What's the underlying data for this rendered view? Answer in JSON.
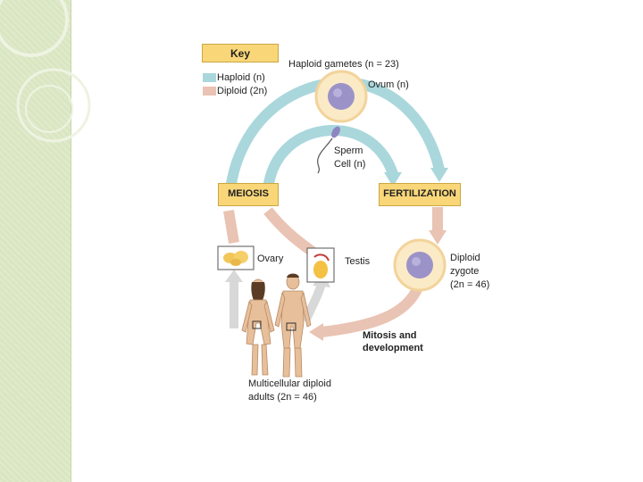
{
  "key": {
    "title": "Key",
    "haploid_label": "Haploid (n)",
    "diploid_label": "Diploid (2n)",
    "haploid_color": "#a9d7dc",
    "diploid_color": "#e9c3b3"
  },
  "labels": {
    "haploid_gametes": "Haploid gametes (n = 23)",
    "ovum": "Ovum (n)",
    "sperm_line1": "Sperm",
    "sperm_line2": "Cell (n)",
    "meiosis": "MEIOSIS",
    "fertilization": "FERTILIZATION",
    "ovary": "Ovary",
    "testis": "Testis",
    "zygote_line1": "Diploid",
    "zygote_line2": "zygote",
    "zygote_line3": "(2n = 46)",
    "mitosis_line1": "Mitosis and",
    "mitosis_line2": "development",
    "adults_line1": "Multicellular diploid",
    "adults_line2": "adults (2n = 46)"
  },
  "colors": {
    "label_fill": "#f9d779",
    "cell_nucleus": "#9b93c8",
    "cell_body": "#fbeac6",
    "arrow_gray": "#d8d8d8"
  }
}
